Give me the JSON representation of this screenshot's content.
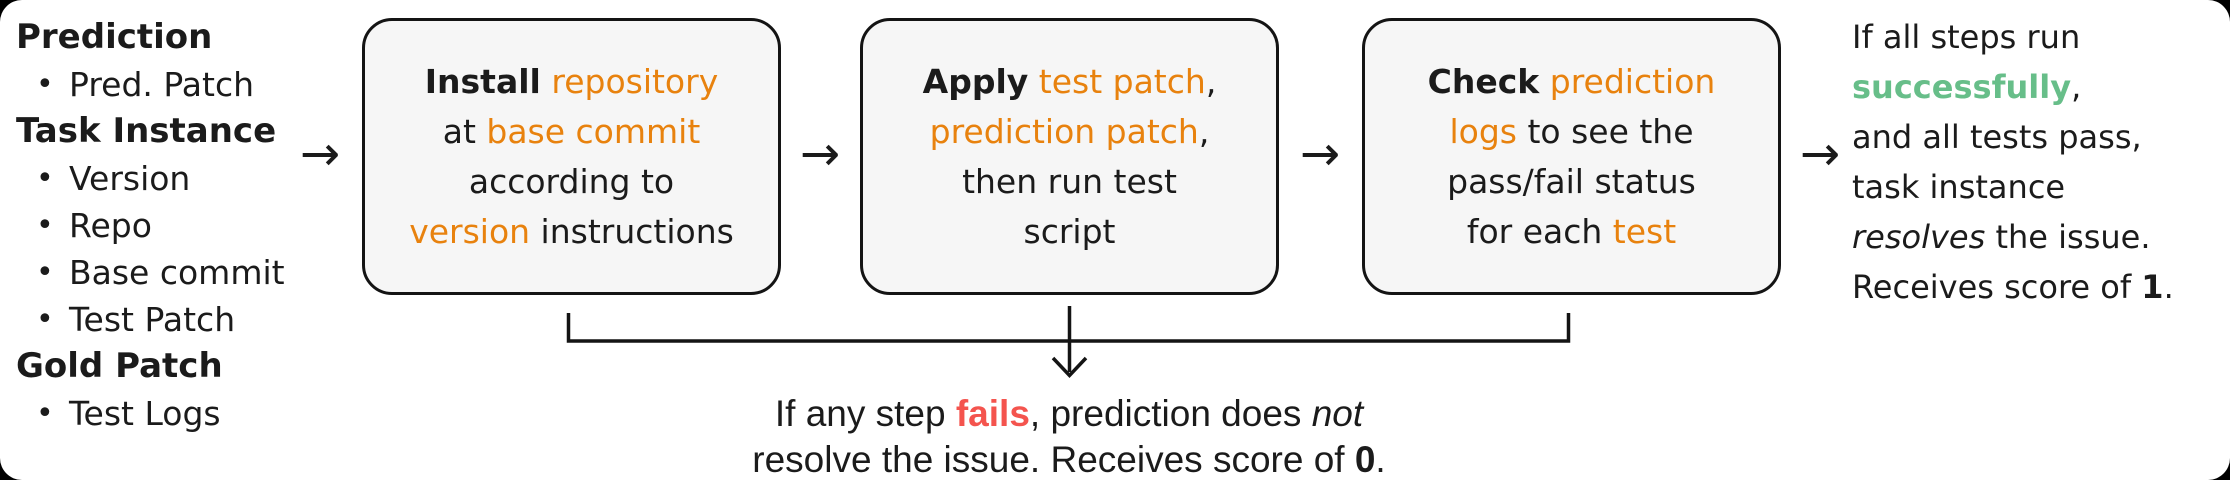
{
  "colors": {
    "ink": "#1b1b1b",
    "accent": "#e8820e",
    "success": "#67be89",
    "fail": "#f4544e",
    "box-bg": "#f6f6f6",
    "box-border": "#141414",
    "page-bg": "#ffffff",
    "canvas-bg": "#000000"
  },
  "input_list": {
    "items": [
      {
        "style": "header",
        "text": "Prediction"
      },
      {
        "style": "bullet",
        "text": "Pred. Patch"
      },
      {
        "style": "header",
        "text": "Task Instance"
      },
      {
        "style": "bullet",
        "text": "Version"
      },
      {
        "style": "bullet",
        "text": "Repo"
      },
      {
        "style": "bullet",
        "text": "Base commit"
      },
      {
        "style": "bullet",
        "text": "Test Patch"
      },
      {
        "style": "header",
        "text": "Gold Patch"
      },
      {
        "style": "bullet",
        "text": "Test Logs"
      }
    ]
  },
  "flow": {
    "arrow_glyph": "→"
  },
  "steps": [
    {
      "name": "install-repository",
      "lines": [
        [
          {
            "t": "Install",
            "c": "bold"
          },
          {
            "t": " repository",
            "c": "accent"
          }
        ],
        [
          {
            "t": "at "
          },
          {
            "t": "base commit",
            "c": "accent"
          }
        ],
        [
          {
            "t": "according to"
          }
        ],
        [
          {
            "t": "version",
            "c": "accent"
          },
          {
            "t": " instructions"
          }
        ]
      ]
    },
    {
      "name": "apply-patches",
      "lines": [
        [
          {
            "t": "Apply",
            "c": "bold"
          },
          {
            "t": " test patch",
            "c": "accent"
          },
          {
            "t": ","
          }
        ],
        [
          {
            "t": "prediction patch",
            "c": "accent"
          },
          {
            "t": ","
          }
        ],
        [
          {
            "t": "then run test"
          }
        ],
        [
          {
            "t": "script"
          }
        ]
      ]
    },
    {
      "name": "check-logs",
      "lines": [
        [
          {
            "t": "Check",
            "c": "bold"
          },
          {
            "t": " prediction",
            "c": "accent"
          }
        ],
        [
          {
            "t": "logs",
            "c": "accent"
          },
          {
            "t": " to see the"
          }
        ],
        [
          {
            "t": "pass/fail status"
          }
        ],
        [
          {
            "t": "for each "
          },
          {
            "t": "test",
            "c": "accent"
          }
        ]
      ]
    }
  ],
  "success_note": {
    "lines": [
      [
        {
          "t": "If all steps run"
        }
      ],
      [
        {
          "t": "successfully",
          "c": "success"
        },
        {
          "t": ","
        }
      ],
      [
        {
          "t": "and all tests pass,"
        }
      ],
      [
        {
          "t": "task instance"
        }
      ],
      [
        {
          "t": "resolves",
          "c": "italic"
        },
        {
          "t": " the issue."
        }
      ],
      [
        {
          "t": "Receives score of "
        },
        {
          "t": "1",
          "c": "bold"
        },
        {
          "t": "."
        }
      ]
    ]
  },
  "fail_note": {
    "lines": [
      [
        {
          "t": "If any step "
        },
        {
          "t": "fails",
          "c": "fail"
        },
        {
          "t": ", prediction does "
        },
        {
          "t": "not",
          "c": "italic"
        }
      ],
      [
        {
          "t": "resolve the issue. Receives score of "
        },
        {
          "t": "0",
          "c": "bold"
        },
        {
          "t": "."
        }
      ]
    ]
  }
}
